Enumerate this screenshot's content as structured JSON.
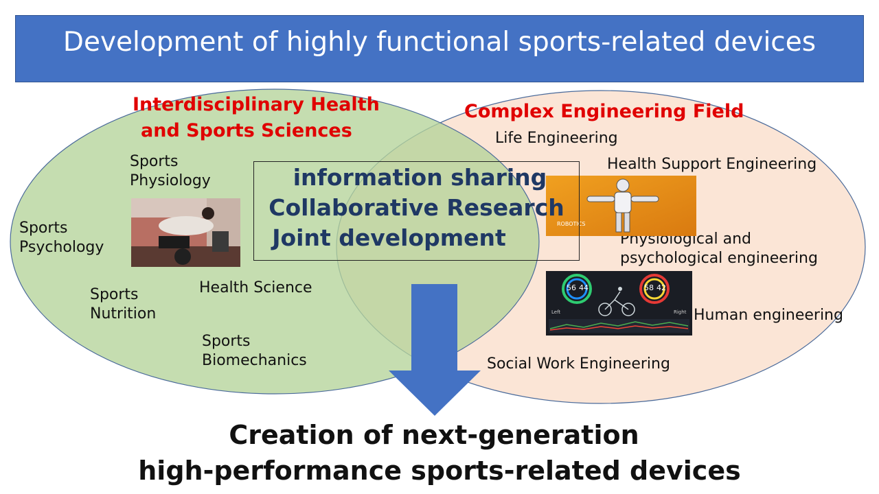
{
  "header": {
    "title": "Development of highly functional sports-related devices"
  },
  "left_field": {
    "title_line1": "Interdisciplinary Health",
    "title_line2": "and Sports Sciences",
    "items": {
      "physiology": [
        "Sports",
        "Physiology"
      ],
      "psychology": [
        "Sports",
        "Psychology"
      ],
      "nutrition": [
        "Sports",
        "Nutrition"
      ],
      "health_science": "Health Science",
      "biomechanics": [
        "Sports",
        "Biomechanics"
      ]
    }
  },
  "right_field": {
    "title": "Complex Engineering Field",
    "items": {
      "life": "Life Engineering",
      "health_support": "Health Support Engineering",
      "physio_psych": [
        "Physiological and",
        "psychological engineering"
      ],
      "human": "Human engineering",
      "social_work": "Social Work Engineering"
    },
    "robot_image_caption": "ROBOTICS",
    "dashboard": {
      "left_readings": [
        "56",
        "44"
      ],
      "right_readings": [
        "58",
        "42"
      ],
      "left_label": "Left",
      "right_label": "Right"
    }
  },
  "overlap": {
    "lines": [
      "information sharing",
      "Collaborative Research",
      "Joint development"
    ]
  },
  "result": {
    "line1": "Creation of next-generation",
    "line2": "high-performance sports-related devices"
  },
  "colors": {
    "title_bar": "#4472c4",
    "left_ellipse": "#c5dfb0",
    "right_ellipse": "#fbe5d6",
    "field_title": "#e00000",
    "center_text": "#1f3864",
    "arrow": "#4472c4"
  }
}
